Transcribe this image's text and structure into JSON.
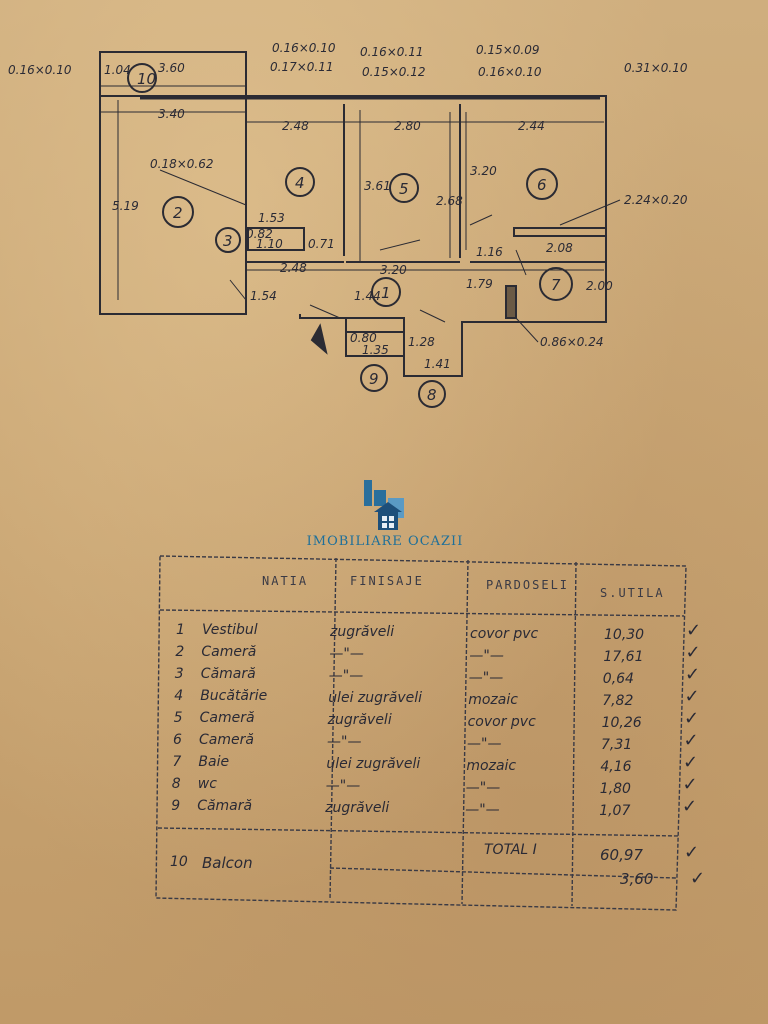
{
  "plan": {
    "top_dims": [
      "0.16×0.10",
      "0.17×0.11",
      "0.16×0.11",
      "0.15×0.12",
      "0.15×0.09",
      "0.16×0.10",
      "0.31×0.10"
    ],
    "left_tag": "0.16×0.10",
    "widths": [
      "3.60",
      "3.40",
      "2.48",
      "2.80",
      "2.44"
    ],
    "heights": [
      "5.19",
      "3.61",
      "2.68",
      "3.20",
      "1.04"
    ],
    "misc": [
      "0.18×0.62",
      "1.53",
      "0.82",
      "1.10",
      "0.71",
      "2.48",
      "3.20",
      "1.16",
      "2.08",
      "2.00",
      "1.54",
      "1.44",
      "1.79",
      "0.80",
      "1.35",
      "1.28",
      "1.41",
      "2.24×0.20",
      "0.86×0.24"
    ],
    "room_numbers": [
      "10",
      "2",
      "3",
      "4",
      "5",
      "6",
      "1",
      "7",
      "9",
      "8"
    ]
  },
  "logo": {
    "text": "IMOBILIARE OCAZII"
  },
  "table": {
    "headers": [
      "NATIA",
      "FINISAJE",
      "PARDOSELI",
      "S.UTILA"
    ],
    "rows": [
      {
        "no": "1",
        "name": "Vestibul",
        "finish": "zugrăveli",
        "floor": "covor pvc",
        "area": "10,30"
      },
      {
        "no": "2",
        "name": "Cameră",
        "finish": "—\"—",
        "floor": "—\"—",
        "area": "17,61"
      },
      {
        "no": "3",
        "name": "Cămară",
        "finish": "—\"—",
        "floor": "—\"—",
        "area": "0,64"
      },
      {
        "no": "4",
        "name": "Bucătărie",
        "finish": "ulei zugrăveli",
        "floor": "mozaic",
        "area": "7,82"
      },
      {
        "no": "5",
        "name": "Cameră",
        "finish": "zugrăveli",
        "floor": "covor pvc",
        "area": "10,26"
      },
      {
        "no": "6",
        "name": "Cameră",
        "finish": "—\"—",
        "floor": "—\"—",
        "area": "7,31"
      },
      {
        "no": "7",
        "name": "Baie",
        "finish": "ulei zugrăveli",
        "floor": "mozaic",
        "area": "4,16"
      },
      {
        "no": "8",
        "name": "wc",
        "finish": "—\"—",
        "floor": "—\"—",
        "area": "1,80"
      },
      {
        "no": "9",
        "name": "Cămară",
        "finish": "zugrăveli",
        "floor": "—\"—",
        "area": "1,07"
      }
    ],
    "total_label": "TOTAL I",
    "total": "60,97",
    "balcony": {
      "no": "10",
      "name": "Balcon",
      "area": "3,60"
    }
  }
}
